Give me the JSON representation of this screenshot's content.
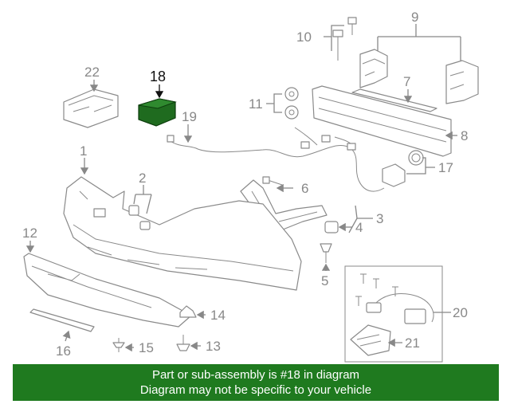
{
  "diagram": {
    "highlight_color": "#1f6b1f",
    "callouts": [
      {
        "id": "c1",
        "text": "1"
      },
      {
        "id": "c2",
        "text": "2"
      },
      {
        "id": "c3",
        "text": "3"
      },
      {
        "id": "c4",
        "text": "4"
      },
      {
        "id": "c5",
        "text": "5"
      },
      {
        "id": "c6",
        "text": "6"
      },
      {
        "id": "c7",
        "text": "7"
      },
      {
        "id": "c8",
        "text": "8"
      },
      {
        "id": "c9",
        "text": "9"
      },
      {
        "id": "c10",
        "text": "10"
      },
      {
        "id": "c11",
        "text": "11"
      },
      {
        "id": "c12",
        "text": "12"
      },
      {
        "id": "c13",
        "text": "13"
      },
      {
        "id": "c14",
        "text": "14"
      },
      {
        "id": "c15",
        "text": "15"
      },
      {
        "id": "c16",
        "text": "16"
      },
      {
        "id": "c17",
        "text": "17"
      },
      {
        "id": "c18",
        "text": "18"
      },
      {
        "id": "c19",
        "text": "19"
      },
      {
        "id": "c20",
        "text": "20"
      },
      {
        "id": "c21",
        "text": "21"
      },
      {
        "id": "c22",
        "text": "22"
      }
    ]
  },
  "banner": {
    "line1": "Part or sub-assembly is #18 in diagram",
    "line2": "Diagram may not be specific to your vehicle",
    "background": "#1f7a1f"
  }
}
